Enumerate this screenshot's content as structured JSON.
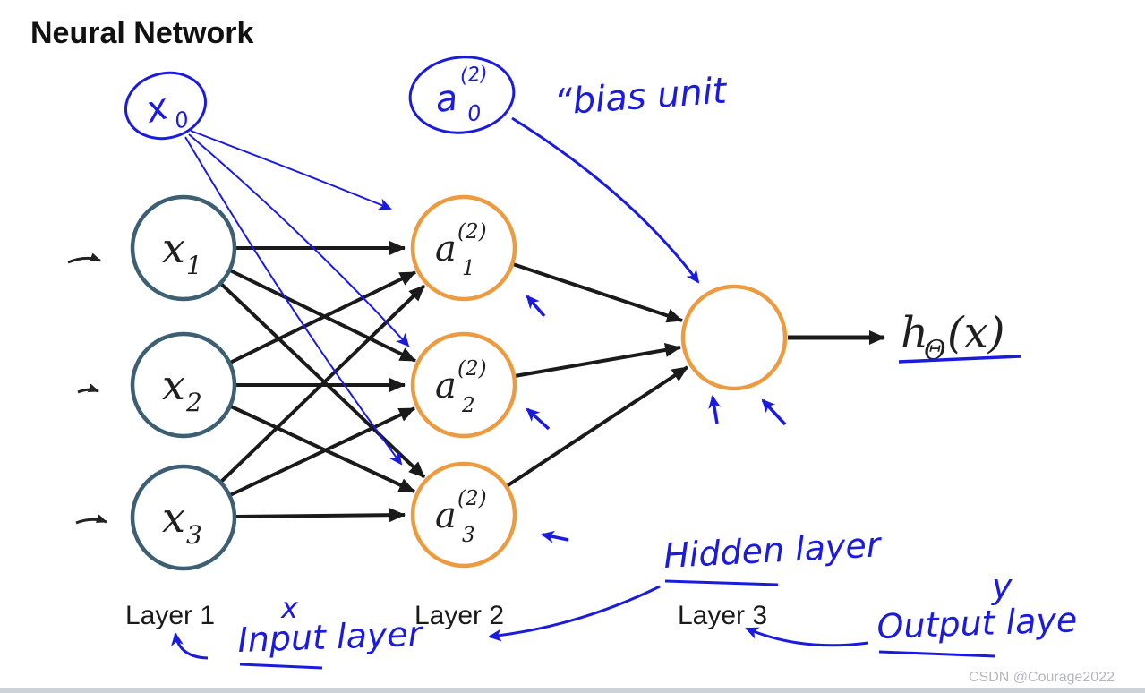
{
  "title": "Neural Network",
  "nodes": {
    "input": [
      {
        "base": "x",
        "sub": "1"
      },
      {
        "base": "x",
        "sub": "2"
      },
      {
        "base": "x",
        "sub": "3"
      }
    ],
    "hidden": [
      {
        "base": "a",
        "sup": "(2)",
        "sub": "1"
      },
      {
        "base": "a",
        "sup": "(2)",
        "sub": "2"
      },
      {
        "base": "a",
        "sup": "(2)",
        "sub": "3"
      }
    ]
  },
  "output": {
    "h": "h",
    "sub": "Θ",
    "args": "(x)"
  },
  "layer_labels": [
    "Layer 1",
    "Layer 2",
    "Layer 3"
  ],
  "annotations": {
    "bias_input": {
      "base": "x",
      "sub": "0"
    },
    "bias_hidden": {
      "base": "a",
      "sup": "(2)",
      "sub": "0"
    },
    "bias_unit": "“bias unit",
    "hidden_layer": "Hidden layer",
    "input_layer": "Input layer",
    "output_layer": "Output laye",
    "x_mark": "x",
    "y_mark": "y"
  },
  "watermark": "CSDN @Courage2022",
  "colors": {
    "input_node_stroke": "#3d5f73",
    "hidden_node_stroke": "#ED9B40",
    "edge_black": "#1a1a1a",
    "ink_blue": "#1b1be0",
    "watermark_gray": "#b3b6bd",
    "footer_bar": "#cdd2d8"
  }
}
